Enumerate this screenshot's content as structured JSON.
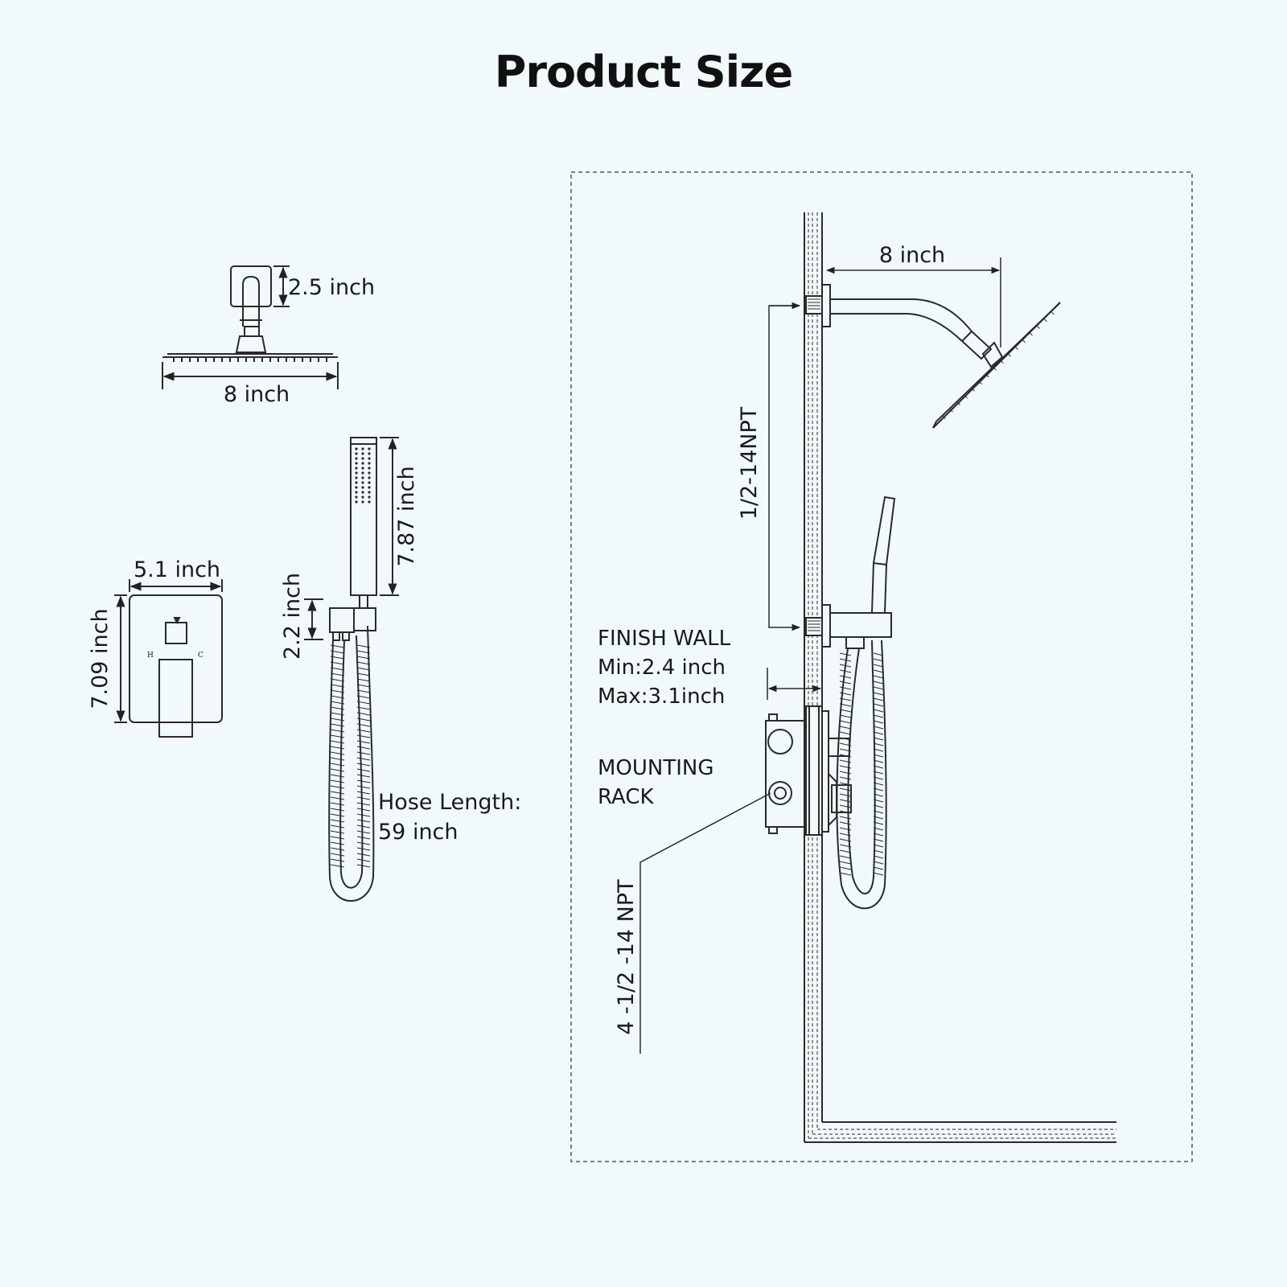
{
  "title": "Product Size",
  "labels": {
    "shower_arm_height": "2.5 inch",
    "shower_head_width": "8 inch",
    "handheld_length": "7.87 inch",
    "holder_height": "2.2 inch",
    "valve_plate_width": "5.1 inch",
    "valve_plate_height": "7.09 inch",
    "valve_hot": "H",
    "valve_cold": "C",
    "hose_length_line1": "Hose Length:",
    "hose_length_line2": "59 inch",
    "install_head_width": "8 inch",
    "pipe_thread": "1/2-14NPT",
    "finish_wall": "FINISH WALL",
    "finish_wall_min": "Min:2.4 inch",
    "finish_wall_max": "Max:3.1inch",
    "mounting_rack_line1": "MOUNTING",
    "mounting_rack_line2": "RACK",
    "valve_ports": "4 -1/2 -14 NPT"
  },
  "colors": {
    "background": "#f2f9fb",
    "line": "#2a2a2a"
  }
}
